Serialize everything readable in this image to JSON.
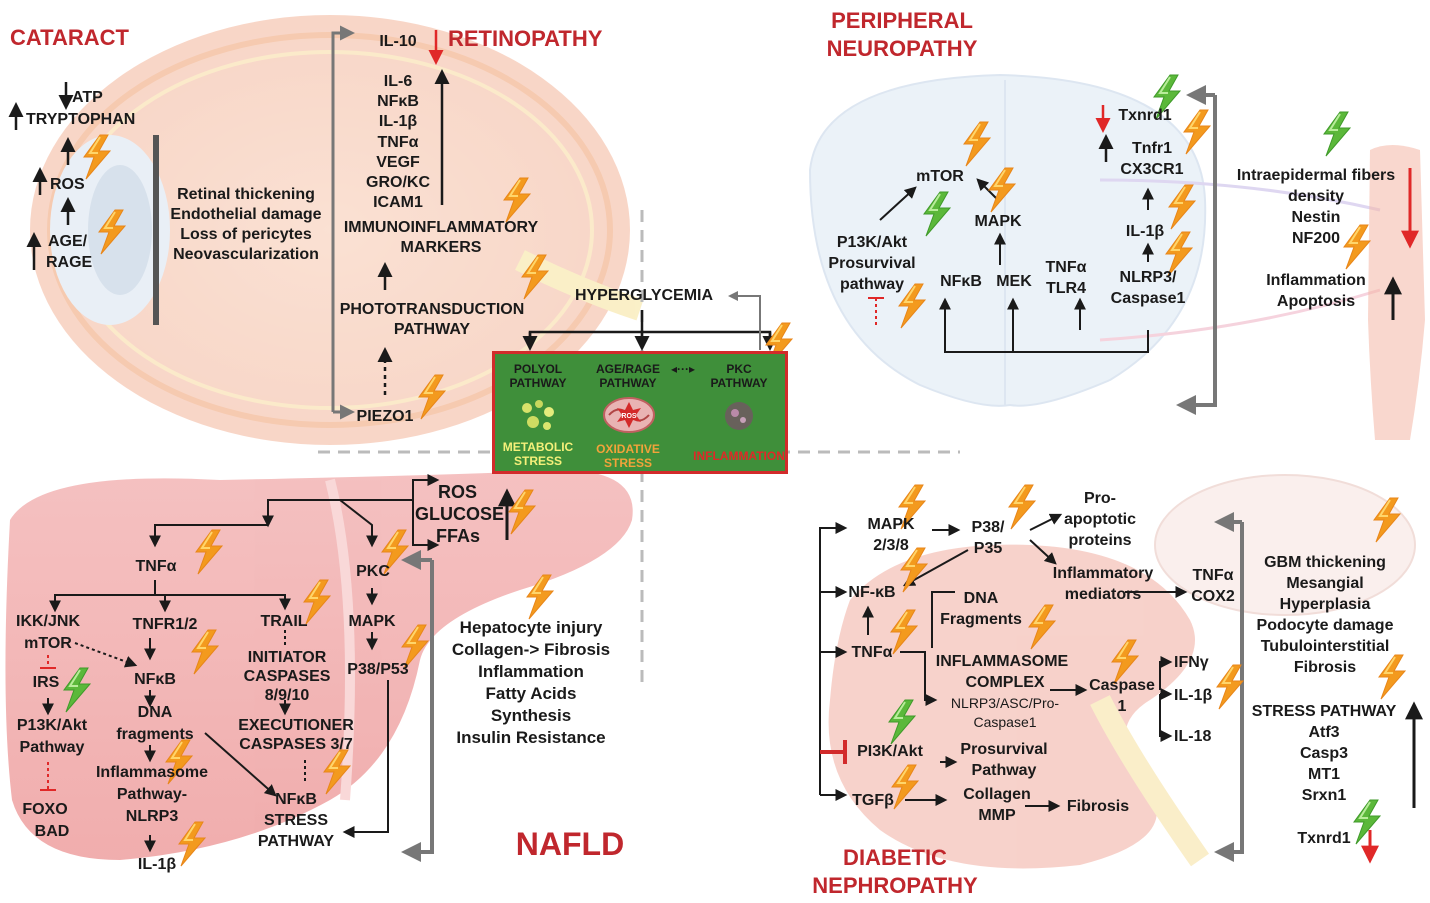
{
  "colors": {
    "title_red": "#c0272d",
    "hub_green": "#3f8f3a",
    "hub_border": "#d22b2b",
    "metabolic_yellow": "#f5f07a",
    "oxidative_orange": "#f2a33a",
    "inflammation_red": "#e02828",
    "bolt_orange": "#f39a1e",
    "bolt_green": "#5bb83a",
    "down_red": "#e02828"
  },
  "icons": [
    "lightning-bolt-icon",
    "arrow-up-icon",
    "arrow-down-icon",
    "dots-icon",
    "ros-cell-icon",
    "inflammation-cell-icon"
  ],
  "cataract": {
    "title": "CATARACT",
    "markers": [
      "ATP",
      "TRYPTOPHAN",
      "ROS",
      "AGE/",
      "RAGE"
    ],
    "effects": [
      "Retinal thickening",
      "Endothelial damage",
      "Loss of pericytes",
      "Neovascularization"
    ]
  },
  "retinopathy": {
    "title": "RETINOPATHY",
    "down": "IL-10",
    "up": [
      "IL-6",
      "NFκB",
      "IL-1β",
      "TNFα",
      "VEGF",
      "GRO/KC",
      "ICAM1"
    ],
    "immuno": [
      "IMMUNOINFLAMMATORY",
      "MARKERS"
    ],
    "photo": [
      "PHOTOTRANSDUCTION",
      "PATHWAY"
    ],
    "piezo": "PIEZO1"
  },
  "hub": {
    "hyperglycemia": "HYPERGLYCEMIA",
    "pathways": [
      "POLYOL\nPATHWAY",
      "AGE/RAGE\nPATHWAY",
      "PKC\nPATHWAY"
    ],
    "polyol": [
      "POLYOL",
      "PATHWAY"
    ],
    "agerage": [
      "AGE/RAGE",
      "PATHWAY"
    ],
    "pkc": [
      "PKC",
      "PATHWAY"
    ],
    "metabolic": [
      "METABOLIC",
      "STRESS"
    ],
    "oxidative": [
      "OXIDATIVE",
      "STRESS"
    ],
    "ros_label": "ROS",
    "inflammation": "INFLAMMATION"
  },
  "neuropathy": {
    "title": [
      "PERIPHERAL",
      "NEUROPATHY"
    ],
    "nodes": {
      "mtor": "mTOR",
      "mapk": "MAPK",
      "pi3k": [
        "P13K/Akt",
        "Prosurvival",
        "pathway"
      ],
      "nfkb": "NFκB",
      "mek": "MEK",
      "tnfa": [
        "TNFα",
        "TLR4"
      ],
      "txnrd1": "Txnrd1",
      "tnfr1": [
        "Tnfr1",
        "CX3CR1"
      ],
      "il1b": "IL-1β",
      "nlrp3": [
        "NLRP3/",
        "Caspase1"
      ]
    },
    "fibers": [
      "Intraepidermal fibers",
      "density",
      "Nestin",
      "NF200"
    ],
    "inflam": [
      "Inflammation",
      "Apoptosis"
    ]
  },
  "nafld": {
    "title": "NAFLD",
    "top": [
      "ROS",
      "GLUCOSE",
      "FFAs"
    ],
    "tnfa": "TNFα",
    "ikk": [
      "IKK/JNK",
      "mTOR"
    ],
    "irs": "IRS",
    "pi3k": [
      "P13K/Akt",
      "Pathway"
    ],
    "foxo": [
      "FOXO",
      "BAD"
    ],
    "tnfr": "TNFR1/2",
    "nfkb": "NFκB",
    "dna": [
      "DNA",
      "fragments"
    ],
    "inflammasome": [
      "Inflammasome",
      "Pathway-",
      "NLRP3"
    ],
    "il1b": "IL-1β",
    "trail": "TRAIL",
    "initiator": [
      "INITIATOR",
      "CASPASES",
      "8/9/10"
    ],
    "executioner": [
      "EXECUTIONER",
      "CASPASES 3/7"
    ],
    "nfkb_stress": [
      "NFκB",
      "STRESS",
      "PATHWAY"
    ],
    "pkc": "PKC",
    "mapk": "MAPK",
    "p38": "P38/P53",
    "effects": [
      "Hepatocyte injury",
      "Collagen-> Fibrosis",
      "Inflammation",
      "Fatty Acids",
      "Synthesis",
      "Insulin Resistance"
    ]
  },
  "nephropathy": {
    "title": [
      "DIABETIC",
      "NEPHROPATHY"
    ],
    "mapk": [
      "MAPK",
      "2/3/8"
    ],
    "p38": [
      "P38/",
      "P35"
    ],
    "pro": [
      "Pro-",
      "apoptotic",
      "proteins"
    ],
    "inflam_med": [
      "Inflammatory",
      "mediators"
    ],
    "tnfa_cox": [
      "TNFα",
      "COX2"
    ],
    "nfkb": "NF-κB",
    "dna": [
      "DNA",
      "Fragments"
    ],
    "tnfa": "TNFα",
    "inflammasome": [
      "INFLAMMASOME",
      "COMPLEX"
    ],
    "nlrp3": [
      "NLRP3/ASC/Pro-",
      "Caspase1"
    ],
    "caspase": [
      "Caspase",
      "1"
    ],
    "outputs": [
      "IFNγ",
      "IL-1β",
      "IL-18"
    ],
    "pi3k": "PI3K/Akt",
    "prosurvival": [
      "Prosurvival",
      "Pathway"
    ],
    "tgfb": "TGFβ",
    "collagen": [
      "Collagen",
      "MMP"
    ],
    "fibrosis": "Fibrosis",
    "effects": [
      "GBM thickening",
      "Mesangial",
      "Hyperplasia",
      "Podocyte damage",
      "Tubulointerstitial",
      "Fibrosis"
    ],
    "stress": [
      "STRESS PATHWAY",
      "Atf3",
      "Casp3",
      "MT1",
      "Srxn1"
    ],
    "txnrd1": "Txnrd1"
  }
}
